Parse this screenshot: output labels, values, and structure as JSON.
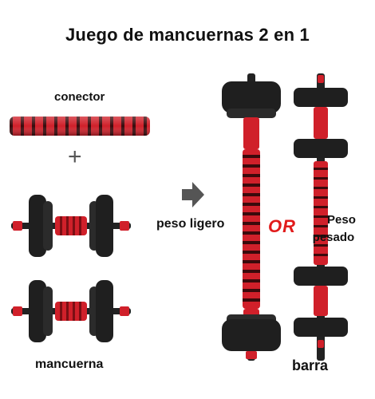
{
  "title": "Juego de mancuernas 2 en 1",
  "labels": {
    "connector": "conector",
    "plus": "+",
    "light_weight": "peso ligero",
    "or": "OR",
    "heavy_weight_line1": "Peso",
    "heavy_weight_line2": "pesado",
    "dumbbell": "mancuerna",
    "barbell": "barra"
  },
  "colors": {
    "plate": "#1f1f1f",
    "grip_red": "#d0202a",
    "grip_dark": "#7a0f14",
    "or_text": "#e11b1b",
    "arrow": "#555555"
  },
  "icons": [
    "arrow-right-icon"
  ]
}
